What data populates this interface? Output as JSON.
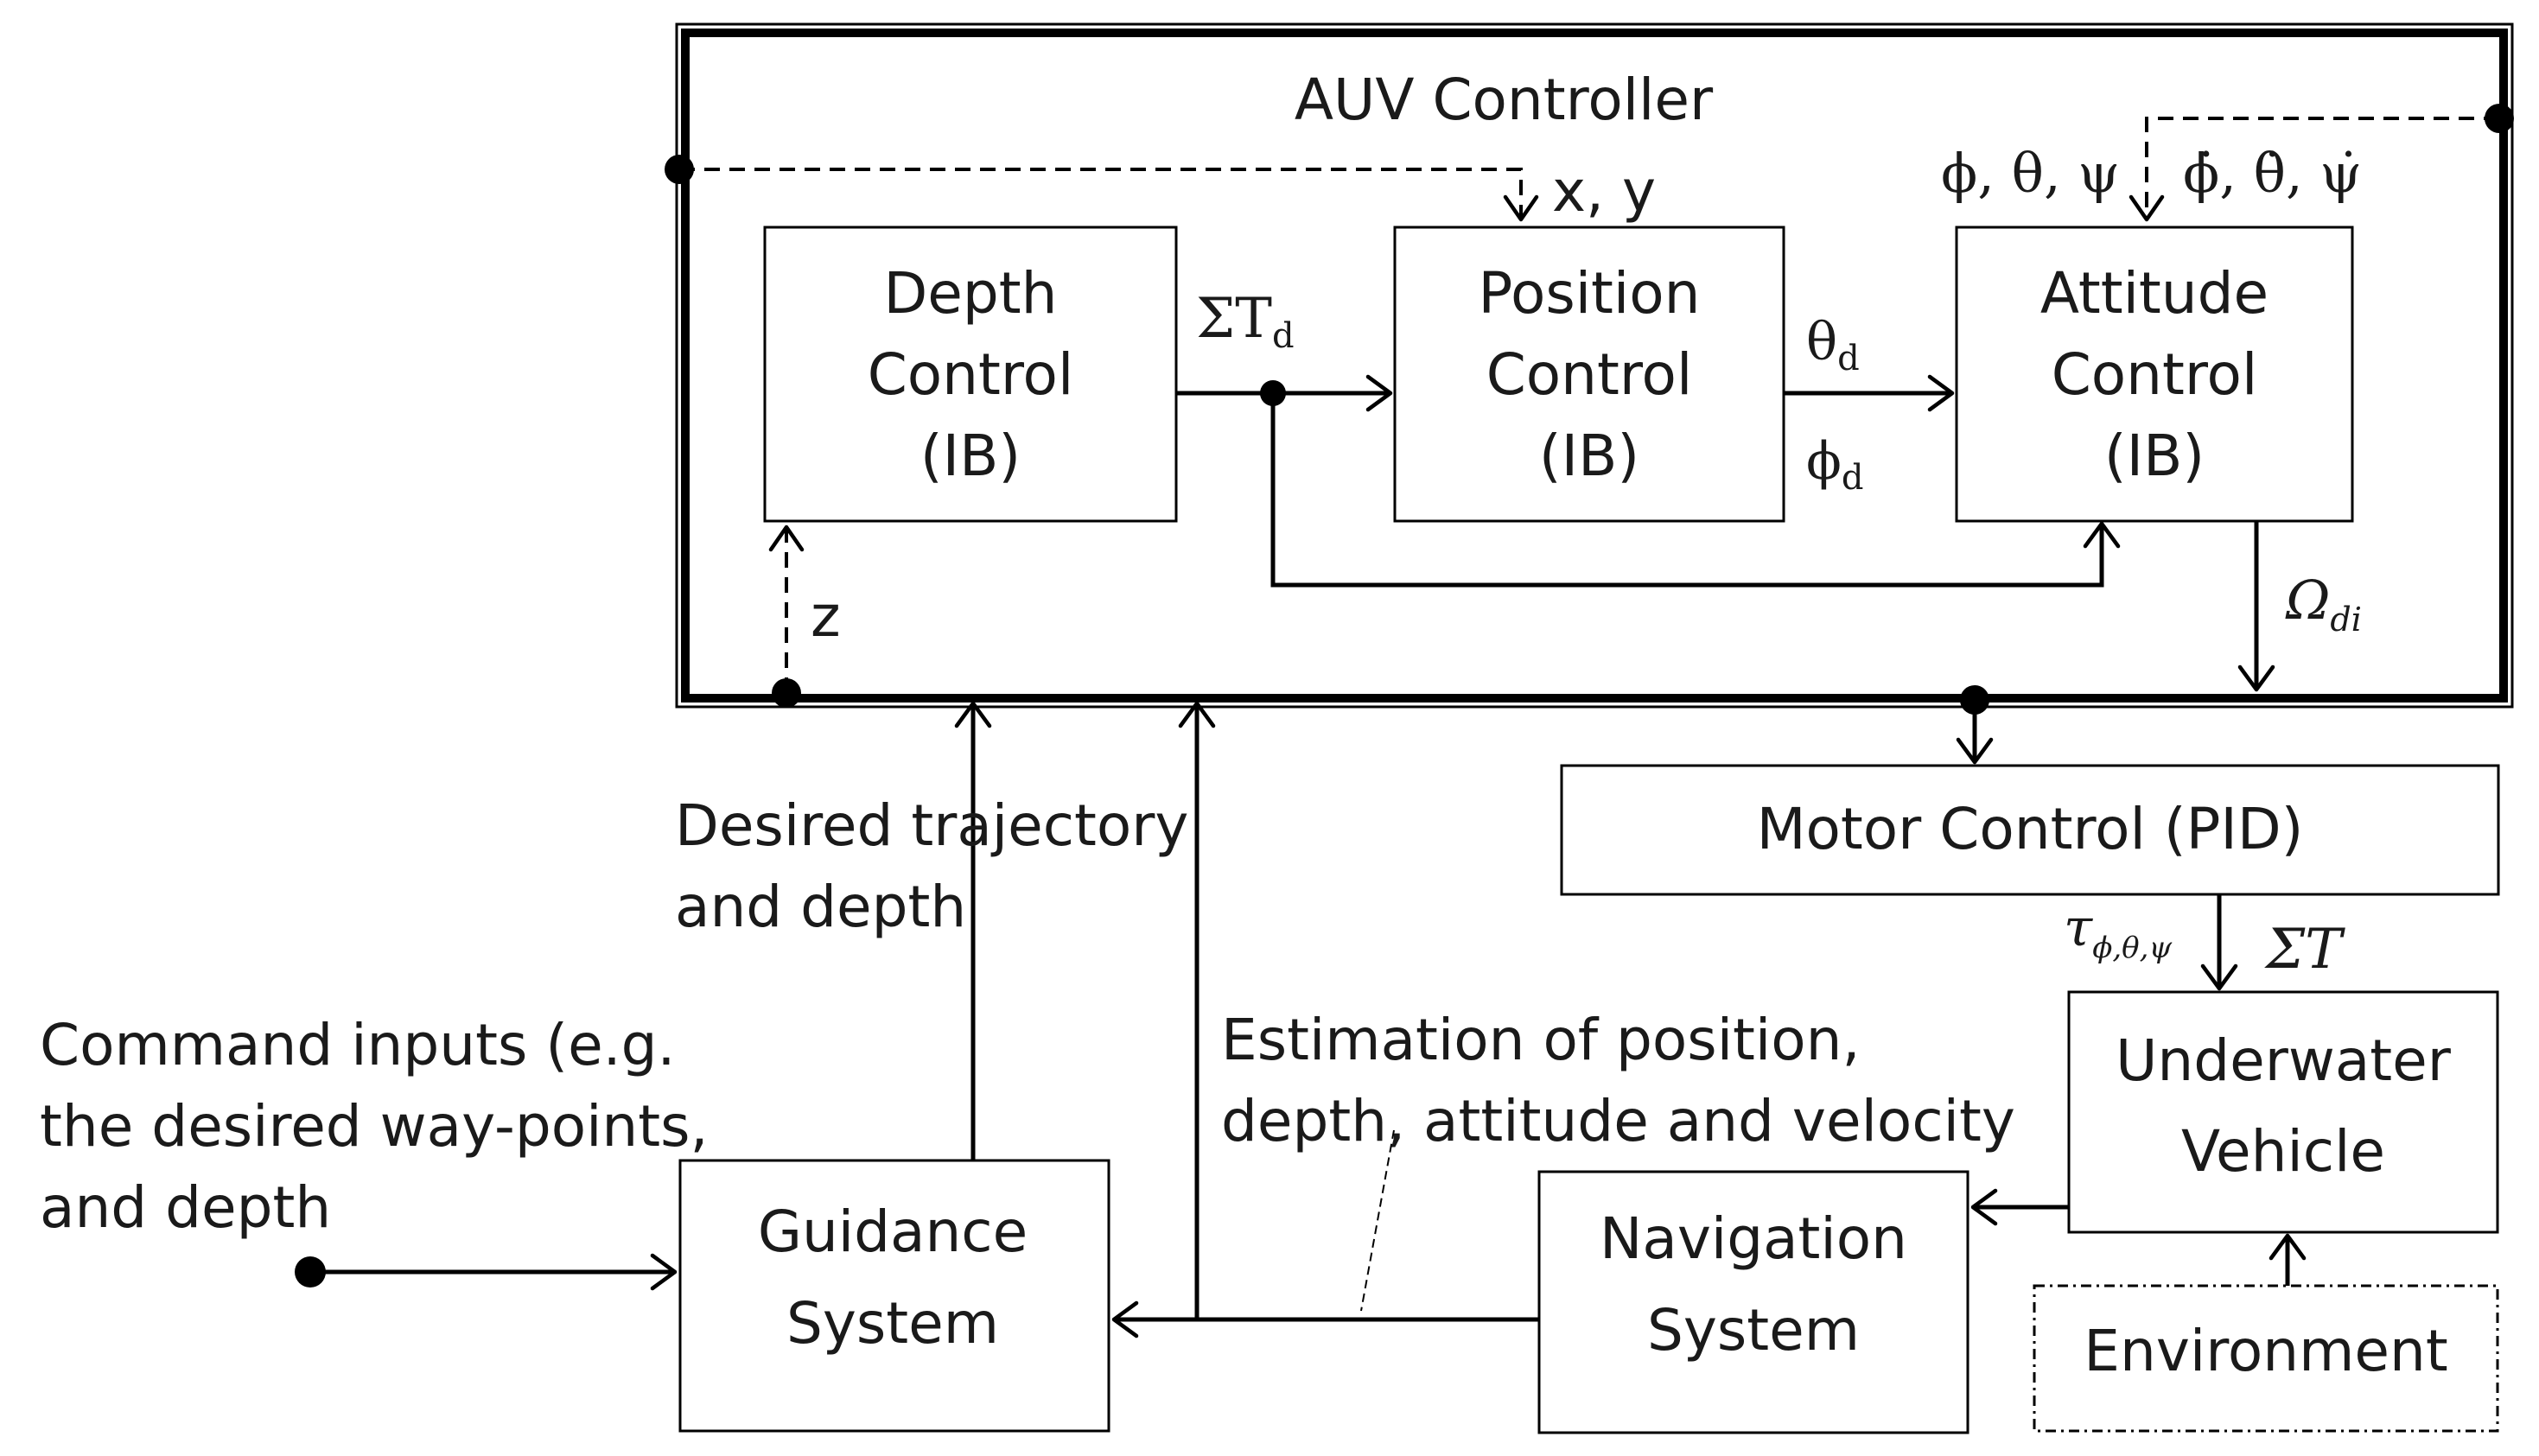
{
  "title": "AUV Controller",
  "blocks": {
    "depth": [
      "Depth",
      "Control",
      "(IB)"
    ],
    "position": [
      "Position",
      "Control",
      "(IB)"
    ],
    "attitude": [
      "Attitude",
      "Control",
      "(IB)"
    ],
    "motor": "Motor Control (PID)",
    "vehicle": [
      "Underwater",
      "Vehicle"
    ],
    "environment": "Environment",
    "navigation": [
      "Navigation",
      "System"
    ],
    "guidance": [
      "Guidance",
      "System"
    ]
  },
  "signals": {
    "total_thrust_desired": {
      "main": "ΣT",
      "sub": "d"
    },
    "theta_desired": {
      "main": "θ",
      "sub": "d"
    },
    "phi_desired": {
      "main": "ϕ",
      "sub": "d"
    },
    "xy": "x, y",
    "angles": "ϕ, θ, ψ",
    "angle_rates": "ϕ̇, θ̇, ψ̇",
    "z": "z",
    "omega": {
      "main": "Ω",
      "sub": "di"
    },
    "tau": {
      "main": "τ",
      "sub": "ϕ,θ,ψ"
    },
    "sigma_t": "ΣT"
  },
  "labels": {
    "desired_trajectory": [
      "Desired trajectory",
      "and depth"
    ],
    "command_inputs": [
      "Command inputs (e.g.",
      "the desired way-points,",
      "and depth"
    ],
    "estimation": [
      "Estimation of position,",
      "depth, attitude and velocity"
    ]
  }
}
